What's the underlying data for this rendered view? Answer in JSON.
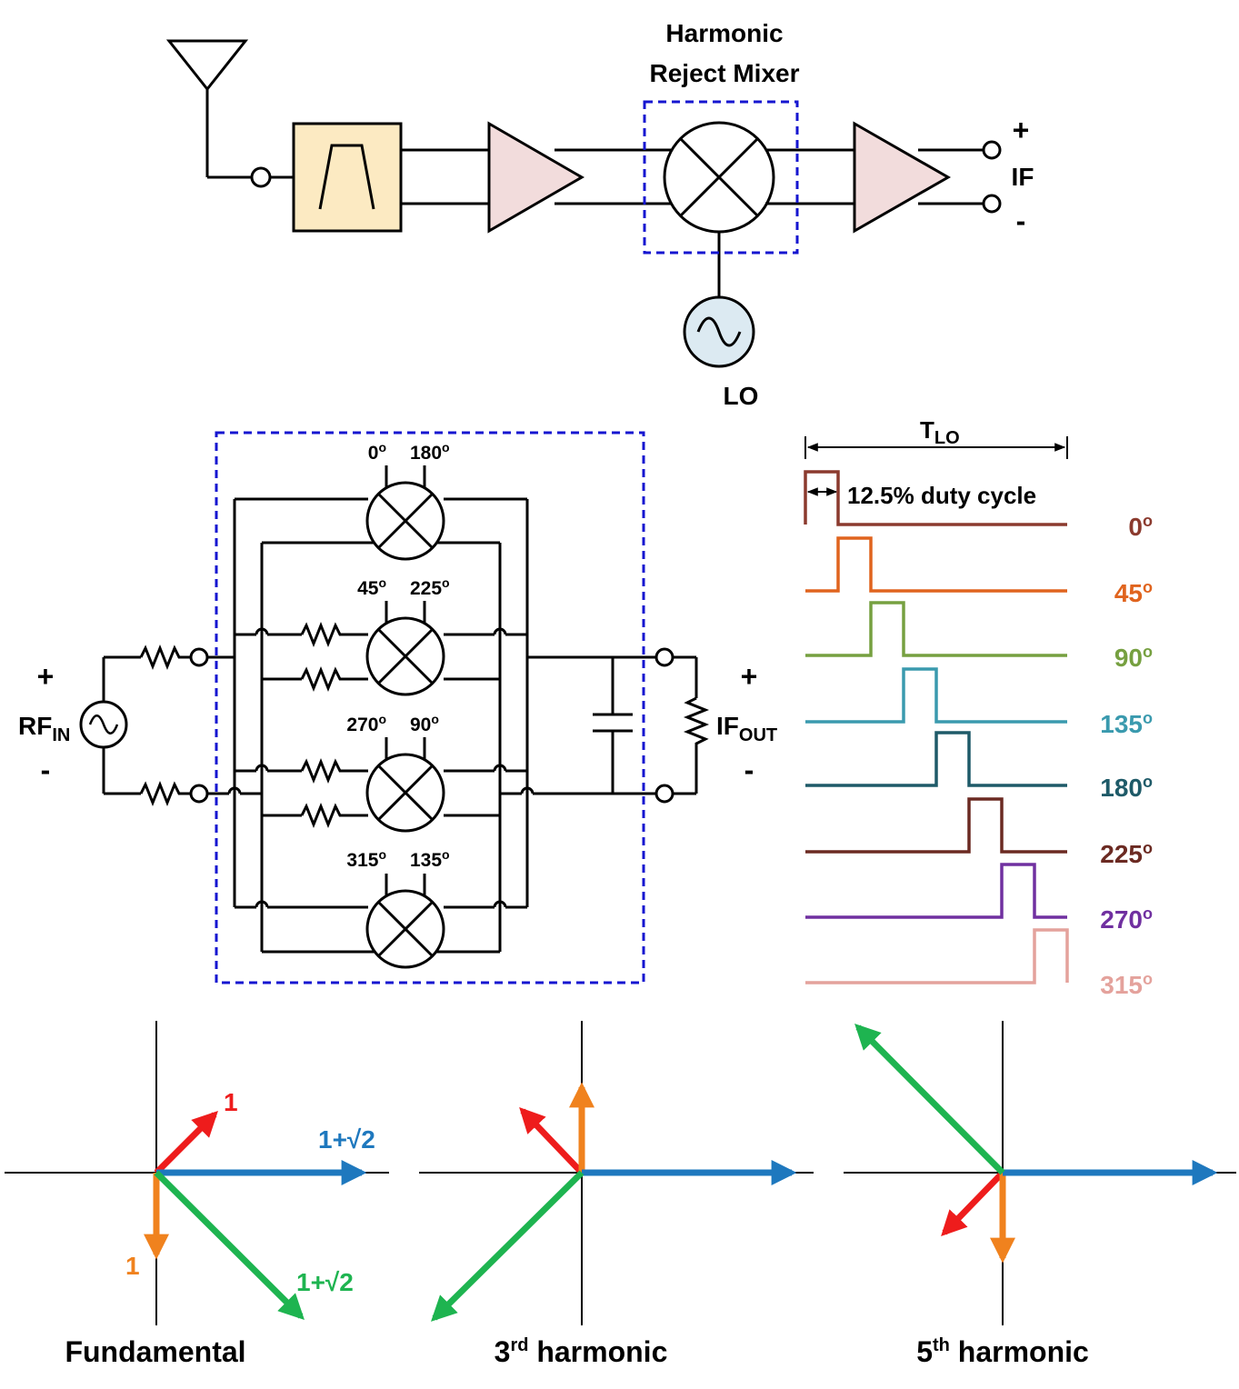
{
  "top": {
    "title_line1": "Harmonic",
    "title_line2": "Reject Mixer",
    "if_label": "IF",
    "if_plus": "+",
    "if_minus": "-",
    "lo_label": "LO"
  },
  "schematic": {
    "rf_plus": "+",
    "rf_minus": "-",
    "rf_label": "RF",
    "rf_sub": "IN",
    "if_plus": "+",
    "if_minus": "-",
    "if_label": "IF",
    "if_sub": "OUT",
    "mixer_phases": [
      {
        "a": "0",
        "b": "180"
      },
      {
        "a": "45",
        "b": "225"
      },
      {
        "a": "270",
        "b": "90"
      },
      {
        "a": "315",
        "b": "135"
      }
    ],
    "deg": "o"
  },
  "timing": {
    "period_label": "T",
    "period_sub": "LO",
    "duty_label": "12.5% duty cycle",
    "phases": [
      {
        "label": "0",
        "color": "#8B3A2E"
      },
      {
        "label": "45",
        "color": "#E0641E"
      },
      {
        "label": "90",
        "color": "#76A040"
      },
      {
        "label": "135",
        "color": "#3A9AAE"
      },
      {
        "label": "180",
        "color": "#1E5A68"
      },
      {
        "label": "225",
        "color": "#6B2A22"
      },
      {
        "label": "270",
        "color": "#7030A0"
      },
      {
        "label": "315",
        "color": "#E4A29C"
      }
    ],
    "deg": "o"
  },
  "phasors": {
    "colors": {
      "red": "#EE1C1C",
      "orange": "#F0821E",
      "blue": "#1E78BE",
      "green": "#1EB450"
    },
    "fundamental": {
      "title": "Fundamental",
      "labels": {
        "red": "1",
        "blue": "1+√2",
        "orange": "1",
        "green": "1+√2"
      }
    },
    "third": {
      "title_pre": "3",
      "title_sup": "rd",
      "title_post": " harmonic"
    },
    "fifth": {
      "title_pre": "5",
      "title_sup": "th",
      "title_post": " harmonic"
    }
  }
}
